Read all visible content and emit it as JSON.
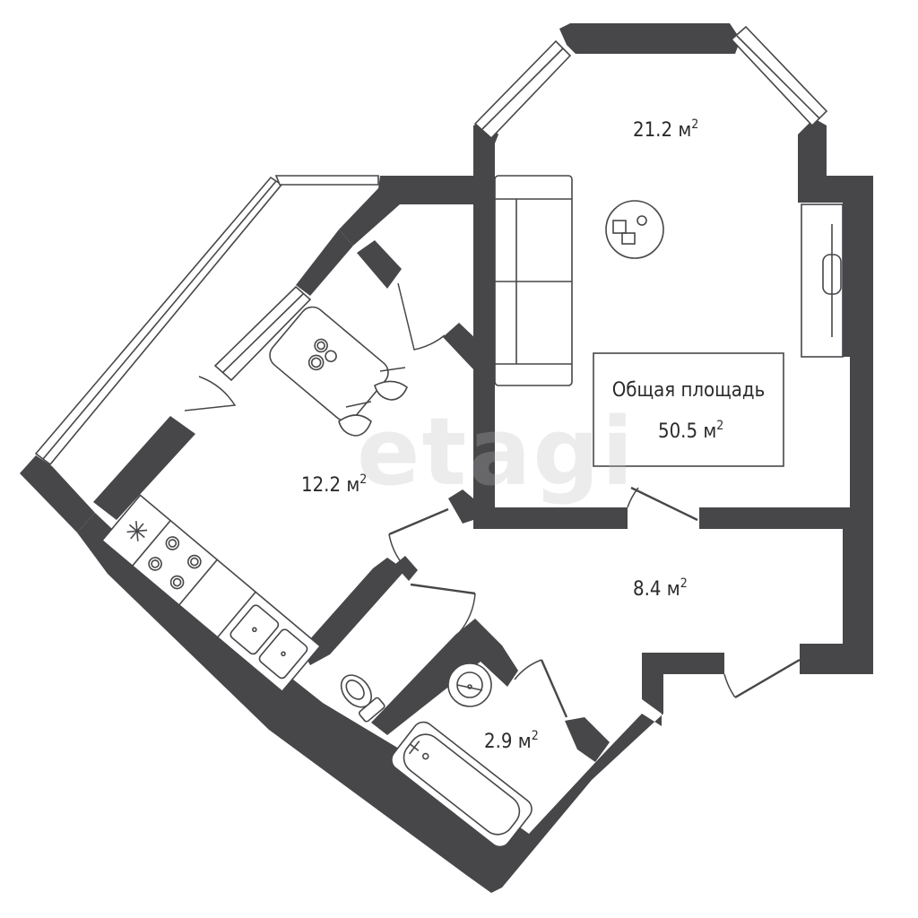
{
  "rooms": {
    "living": {
      "area": "21.2",
      "unit": "м",
      "power": "2"
    },
    "kitchen": {
      "area": "12.2",
      "unit": "м",
      "power": "2"
    },
    "hall": {
      "area": "8.4",
      "unit": "м",
      "power": "2"
    },
    "bathroom": {
      "area": "2.9",
      "unit": "м",
      "power": "2"
    }
  },
  "summary": {
    "title": "Общая площадь",
    "area": "50.5",
    "unit": "м",
    "power": "2"
  },
  "watermark": {
    "text": "etagi"
  },
  "colors": {
    "wall": "#47474a",
    "background": "#ffffff",
    "watermark": "#bcbcbc"
  }
}
